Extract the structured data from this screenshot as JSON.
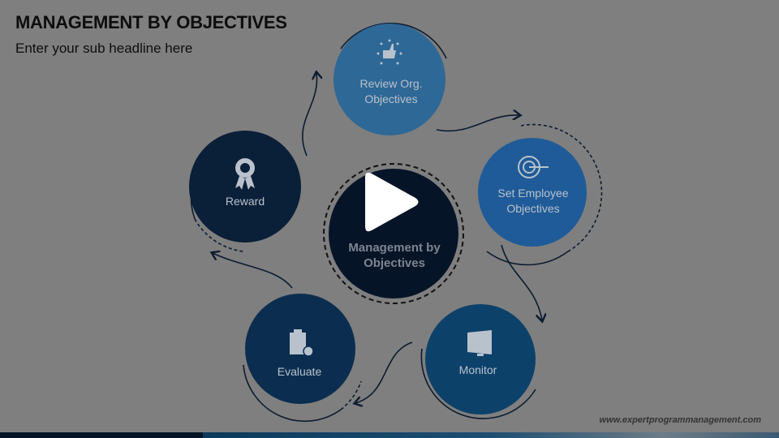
{
  "slide": {
    "title": "MANAGEMENT BY OBJECTIVES",
    "subtitle": "Enter your sub headline here",
    "footer": "www.expertprogrammanagement.com"
  },
  "diagram": {
    "center": "Management by Objectives",
    "steps": [
      {
        "label": "Review Org. Objectives",
        "icon": "thumbs-up-stars-icon",
        "color": "#2e6896"
      },
      {
        "label": "Set Employee Objectives",
        "icon": "target-icon",
        "color": "#1f5b98"
      },
      {
        "label": "Monitor",
        "icon": "monitor-icon",
        "color": "#0c416a"
      },
      {
        "label": "Evaluate",
        "icon": "checklist-icon",
        "color": "#0b2e50"
      },
      {
        "label": "Reward",
        "icon": "award-ribbon-icon",
        "color": "#0a1f38"
      }
    ]
  },
  "overlay": {
    "icon": "play-icon"
  }
}
